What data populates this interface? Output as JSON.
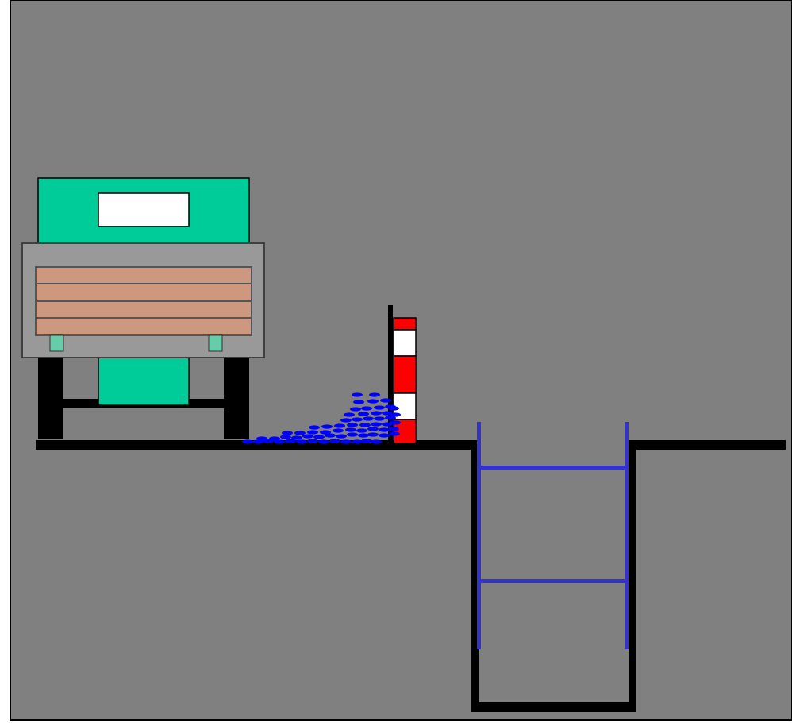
{
  "scene": {
    "elements": {
      "truck": "truck-rear-view",
      "pole": "red-white-striped-post",
      "spill": "blue-spilled-pellets",
      "pit": "excavation-pit",
      "ladder": "ladder-in-pit",
      "ground": "ground-line"
    }
  },
  "colors": {
    "background": "#808080",
    "border": "#000000",
    "ground": "#000000",
    "cab": "#00cc99",
    "cab_window": "#ffffff",
    "truck_body": "#999999",
    "truck_body_border": "#404040",
    "boards": "#cc9980",
    "board_lines": "#555555",
    "lights": "#66ccaa",
    "wheels": "#000000",
    "pole_red": "#ff0000",
    "pole_white": "#ffffff",
    "spill": "#0000ff",
    "ladder": "#3333cc"
  }
}
